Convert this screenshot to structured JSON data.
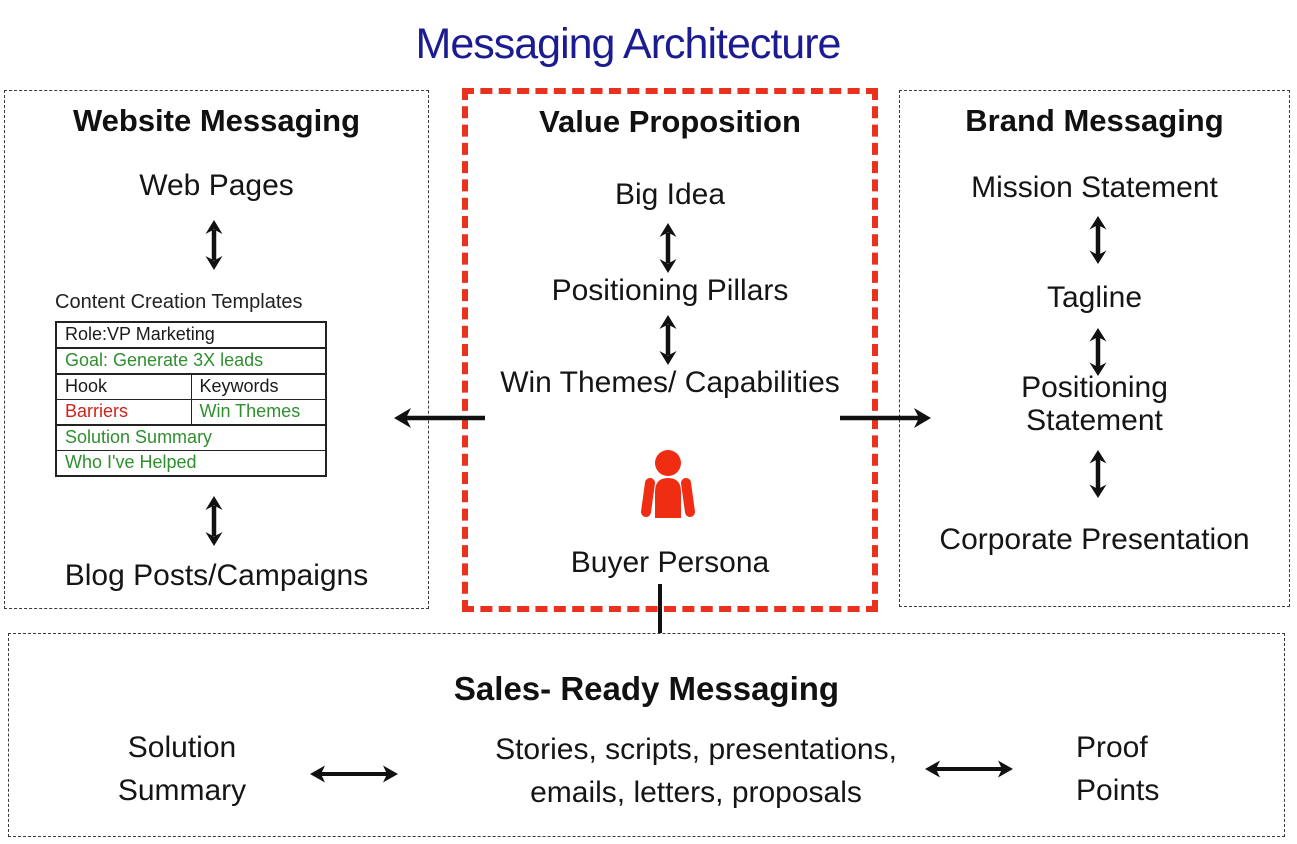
{
  "page": {
    "title": "Messaging Architecture"
  },
  "colors": {
    "title_blue": "#1c1c92",
    "panel_red_border": "#e8321e",
    "persona_red": "#ee2d13",
    "green_text": "#2f8f2f",
    "red_text": "#cf231c",
    "line_black": "#111111"
  },
  "icons": {
    "buyer_persona": "person-icon",
    "vertical_link": "double-arrow-vertical-icon",
    "horizontal_link": "double-arrow-horizontal-icon",
    "flow_left": "arrow-left-icon",
    "flow_right": "arrow-right-icon",
    "flow_down": "arrow-down-icon"
  },
  "website_messaging": {
    "title": "Website Messaging",
    "web_pages": "Web Pages",
    "templates_label": "Content Creation Templates",
    "table": {
      "rows": [
        {
          "cells": [
            {
              "text": "Role:VP Marketing",
              "color": "black"
            }
          ]
        },
        {
          "cells": [
            {
              "text": "Goal: Generate 3X leads",
              "color": "green"
            }
          ]
        },
        {
          "cells": [
            {
              "text": "Hook",
              "color": "black"
            },
            {
              "text": "Keywords",
              "color": "black"
            }
          ]
        },
        {
          "cells": [
            {
              "text": "Barriers",
              "color": "red"
            },
            {
              "text": "Win Themes",
              "color": "green"
            }
          ]
        },
        {
          "cells": [
            {
              "text": "Solution Summary",
              "color": "green"
            }
          ]
        },
        {
          "cells": [
            {
              "text": "Who I've Helped",
              "color": "green"
            }
          ]
        }
      ]
    },
    "blog_posts": "Blog Posts/Campaigns"
  },
  "value_proposition": {
    "title": "Value Proposition",
    "big_idea": "Big Idea",
    "positioning_pillars": "Positioning Pillars",
    "win_themes": "Win Themes/ Capabilities",
    "buyer_persona": "Buyer Persona"
  },
  "brand_messaging": {
    "title": "Brand Messaging",
    "mission": "Mission Statement",
    "tagline": "Tagline",
    "positioning_line1": "Positioning",
    "positioning_line2": "Statement",
    "corporate": "Corporate Presentation"
  },
  "sales_ready": {
    "title": "Sales- Ready Messaging",
    "solution_line1": "Solution",
    "solution_line2": "Summary",
    "center_line1": "Stories, scripts, presentations,",
    "center_line2": "emails, letters, proposals",
    "proof_line1": "Proof",
    "proof_line2": "Points"
  }
}
